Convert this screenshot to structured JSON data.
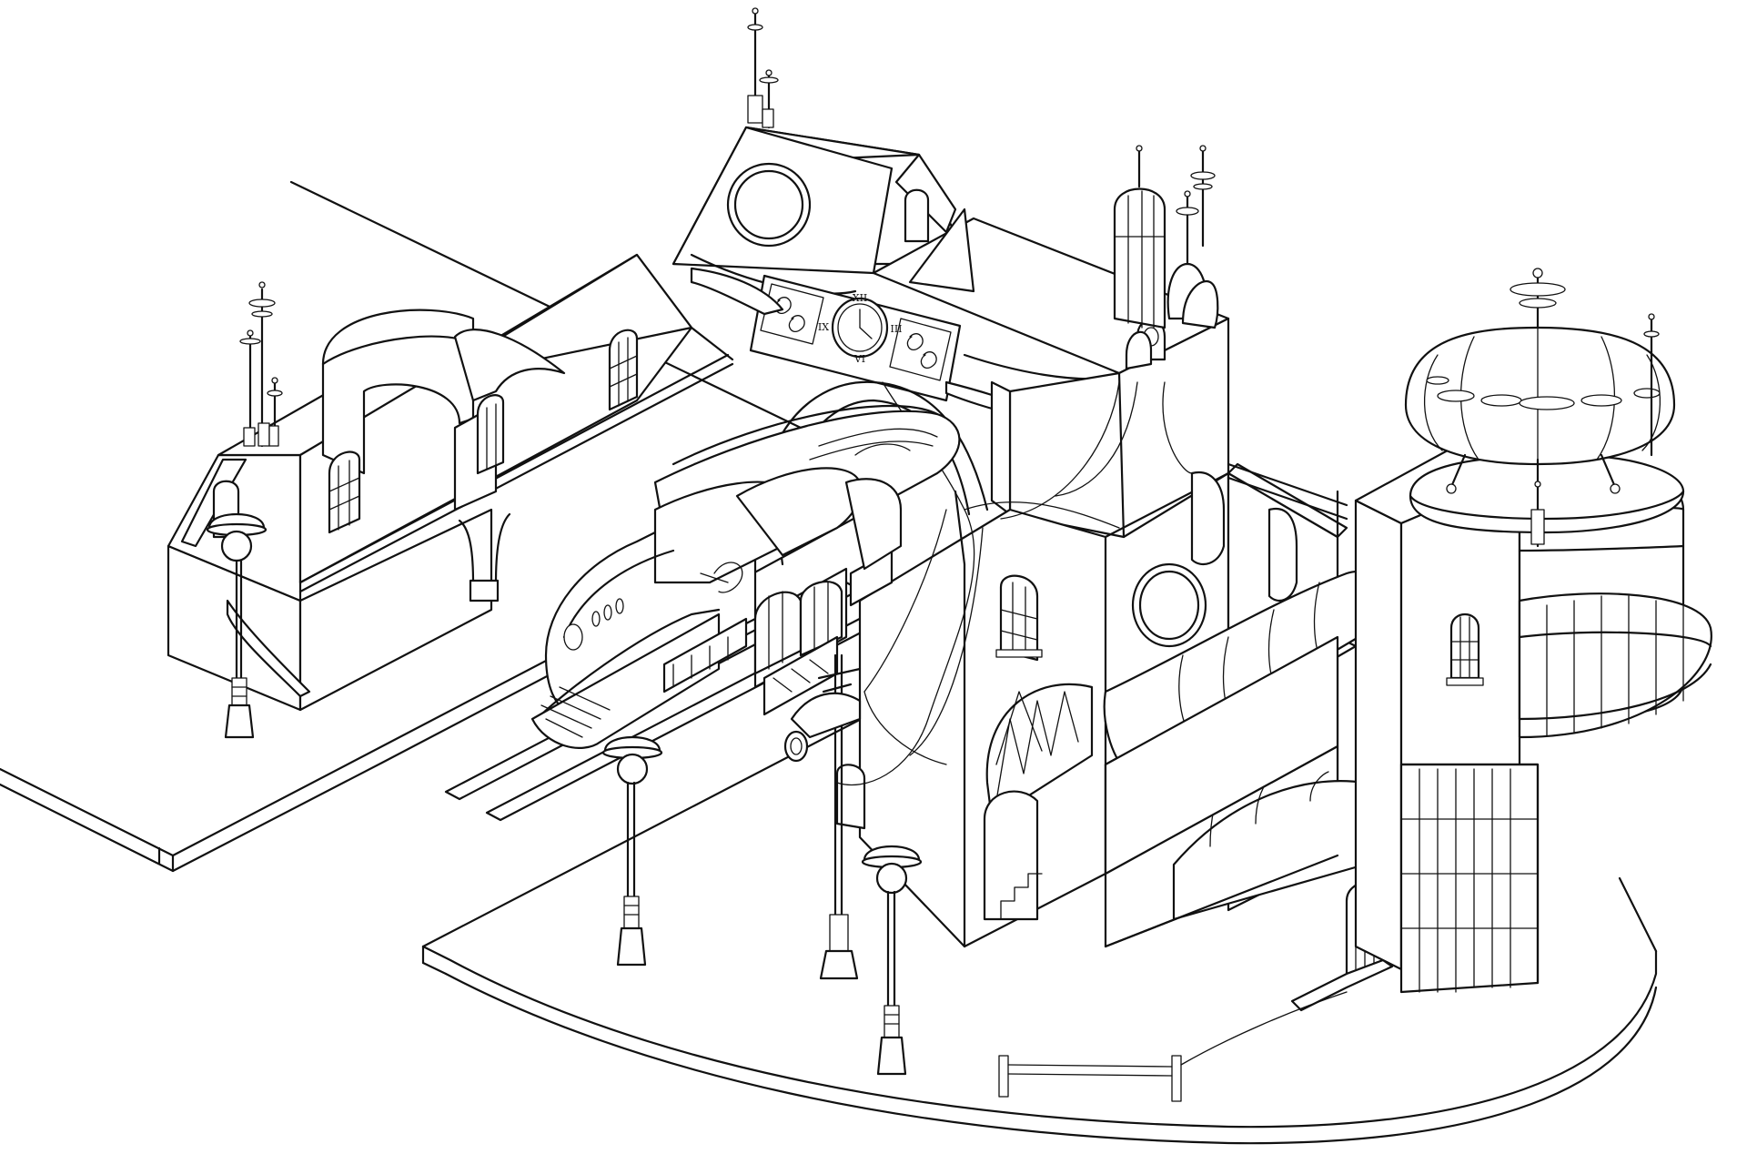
{
  "clock": {
    "numerals": [
      "XII",
      "III",
      "VI",
      "IX"
    ]
  }
}
